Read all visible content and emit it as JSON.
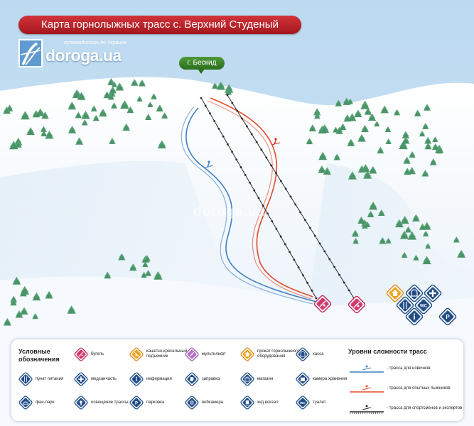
{
  "title": "Карта горнолыжных трасс с. Верхний Студеный",
  "logo": {
    "name": "doroga.ua",
    "tagline": "путеводитель по Украине"
  },
  "peak_label": "г. Бескид",
  "watermark": "doroga.ua",
  "colors": {
    "beginner": "#3d7fc4",
    "experienced": "#e24a2a",
    "lift": "#2a2a2a",
    "title_bg": "#c8262e",
    "peak_bg": "#3f8a2e"
  },
  "legend": {
    "title_line1": "Условные",
    "title_line2": "обозначения",
    "items": [
      {
        "icon": "t-bar-icon",
        "label": "бугель"
      },
      {
        "icon": "chairlift-icon",
        "label": "канатно-кресельный подъемник"
      },
      {
        "icon": "multilift-icon",
        "label": "мультилифт"
      },
      {
        "icon": "ski-rental-icon",
        "label": "прокат горнолыжного оборудования"
      },
      {
        "icon": "cashier-icon",
        "label": "касса"
      },
      {
        "icon": "food-icon",
        "label": "пункт питания"
      },
      {
        "icon": "medical-icon",
        "label": "медсанчасть"
      },
      {
        "icon": "info-icon",
        "label": "информация"
      },
      {
        "icon": "fuel-icon",
        "label": "заправка"
      },
      {
        "icon": "shop-icon",
        "label": "магазин"
      },
      {
        "icon": "luggage-icon",
        "label": "камера хранения"
      },
      {
        "icon": "fun-park-icon",
        "label": "фан-парк"
      },
      {
        "icon": "lighting-icon",
        "label": "освещение трассы"
      },
      {
        "icon": "parking-icon",
        "label": "парковка"
      },
      {
        "icon": "webcam-icon",
        "label": "вебкамера"
      },
      {
        "icon": "train-icon",
        "label": "ж/д вокзал"
      },
      {
        "icon": "wc-icon",
        "label": "туалет"
      }
    ],
    "levels_title": "Уровни сложности трасс",
    "levels": [
      {
        "label": "- трасса для новичков"
      },
      {
        "label": "- трасса для опытных лыжников"
      },
      {
        "label": "- трасса для спортсменов и экспертов"
      }
    ]
  },
  "map_icons": {
    "slope_bottom_left": "t-bar-icon",
    "slope_bottom_right": "t-bar-icon",
    "cluster": [
      "ski-rental-icon",
      "cashier-icon",
      "food-icon",
      "wc-icon",
      "info-icon",
      "parking-icon"
    ],
    "cluster_text": {
      "wc": "WC",
      "parking": "P"
    }
  }
}
